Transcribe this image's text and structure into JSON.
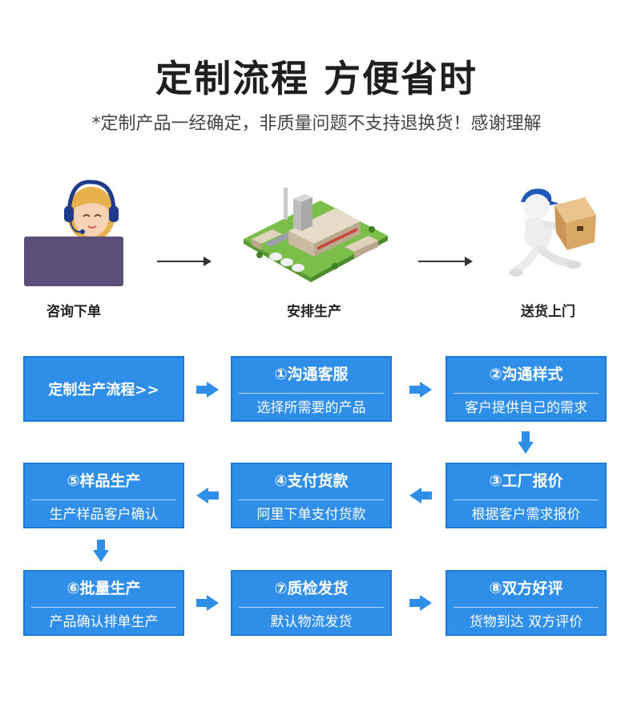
{
  "header": {
    "title": "定制流程 方便省时",
    "subtitle": "*定制产品一经确定，非质量问题不支持退换货！感谢理解"
  },
  "illustrations": [
    {
      "icon": "customer-service-agent-icon",
      "label": "咨询下单"
    },
    {
      "icon": "factory-icon",
      "label": "安排生产"
    },
    {
      "icon": "delivery-courier-icon",
      "label": "送货上门"
    }
  ],
  "flow": {
    "start_label": "定制生产流程>>",
    "steps": [
      {
        "title": "①沟通客服",
        "desc": "选择所需要的产品"
      },
      {
        "title": "②沟通样式",
        "desc": "客户提供自己的需求"
      },
      {
        "title": "③工厂报价",
        "desc": "根据客户需求报价"
      },
      {
        "title": "④支付货款",
        "desc": "阿里下单支付货款"
      },
      {
        "title": "⑤样品生产",
        "desc": "生产样品客户确认"
      },
      {
        "title": "⑥批量生产",
        "desc": "产品确认排单生产"
      },
      {
        "title": "⑦质检发货",
        "desc": "默认物流发货"
      },
      {
        "title": "⑧双方好评",
        "desc": "货物到达 双方评价"
      }
    ]
  },
  "colors": {
    "box_blue": "#2f8ee8",
    "box_border": "#1c79d6",
    "arrow_blue": "#2f8ee8"
  }
}
